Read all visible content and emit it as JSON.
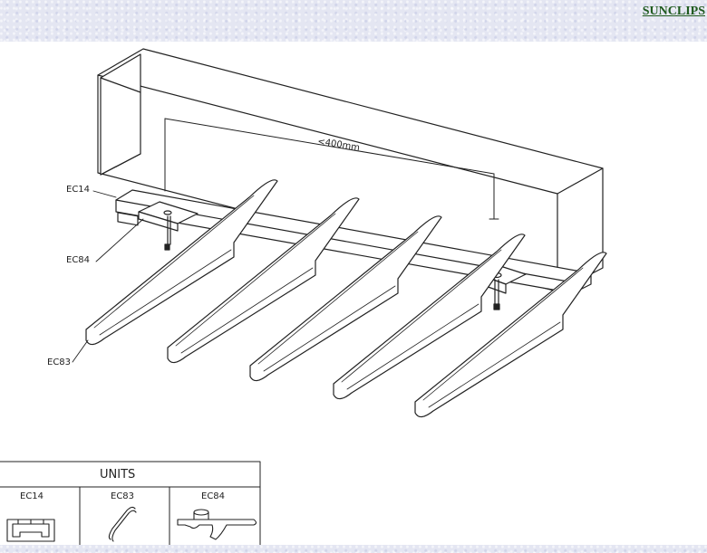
{
  "header": {
    "link_label": "SUNCLIPS"
  },
  "diagram": {
    "dimension_label": "<400mm",
    "callouts": {
      "ec14": "EC14",
      "ec84": "EC84",
      "ec83": "EC83"
    },
    "units_table": {
      "title": "UNITS",
      "columns": [
        "EC14",
        "EC83",
        "EC84"
      ]
    }
  }
}
